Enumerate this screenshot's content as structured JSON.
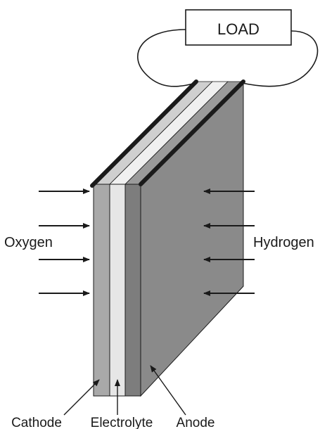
{
  "labels": {
    "load": "LOAD",
    "oxygen": "Oxygen",
    "hydrogen": "Hydrogen",
    "cathode": "Cathode",
    "electrolyte": "Electrolyte",
    "anode": "Anode"
  },
  "colors": {
    "cathode": "#a9a9a9",
    "electrolyte": "#e6e6e6",
    "anode_front": "#7d7d7d",
    "anode_side": "#8a8a8a",
    "top_cathode": "#cfcfcf",
    "top_electrolyte": "#f0f0f0",
    "top_anode": "#9a9a9a",
    "outline": "#1a1a1a"
  }
}
